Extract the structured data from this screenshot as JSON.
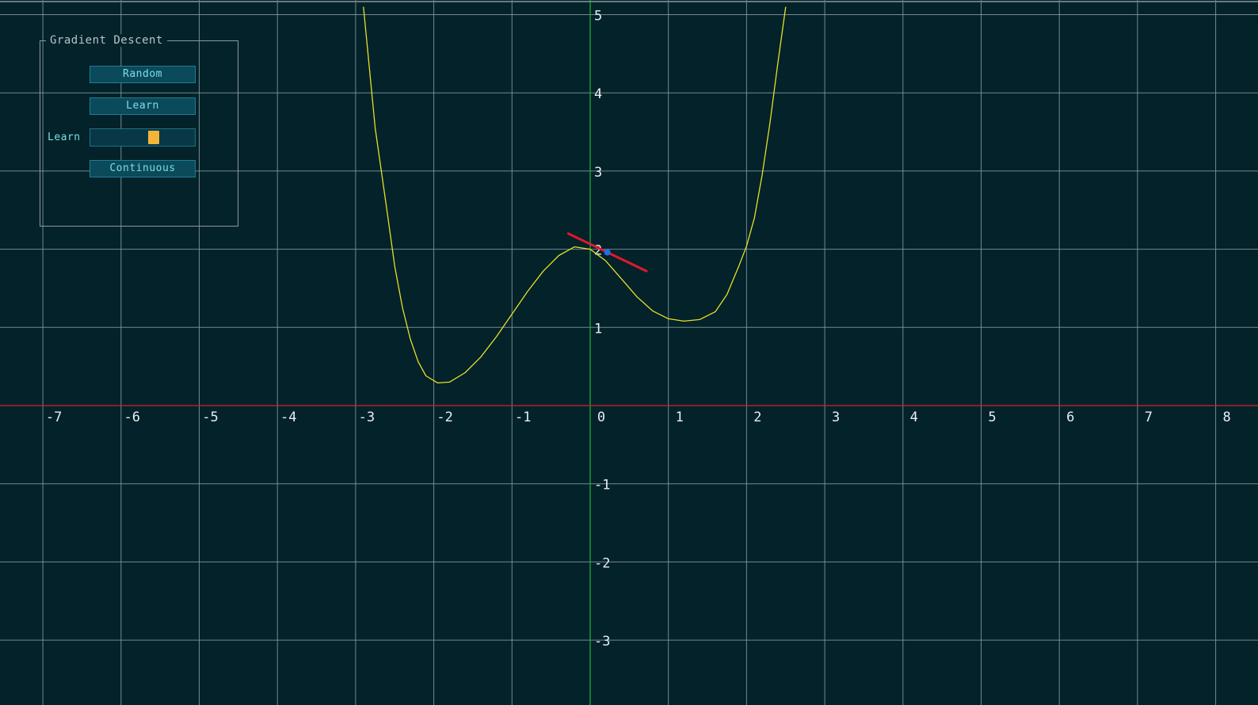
{
  "panel": {
    "title": "Gradient Descent",
    "random_label": "Random",
    "learn_label": "Learn",
    "slider_label": "Learn",
    "slider_value": 0.62,
    "continuous_label": "Continuous"
  },
  "chart_data": {
    "type": "line",
    "title": "",
    "xlabel": "",
    "ylabel": "",
    "xlim": [
      -7.5,
      8.3
    ],
    "ylim": [
      -3.7,
      5.15
    ],
    "grid": true,
    "x_ticks": [
      "-7",
      "-6",
      "-5",
      "-4",
      "-3",
      "-2",
      "-1",
      "0",
      "1",
      "2",
      "3",
      "4",
      "5",
      "6",
      "7",
      "8"
    ],
    "y_ticks": [
      "5",
      "4",
      "3",
      "2",
      "1",
      "-1",
      "-2",
      "-3"
    ],
    "series": [
      {
        "x": [
          -2.9,
          -2.75,
          -2.6,
          -2.5,
          -2.4,
          -2.3,
          -2.2,
          -2.1,
          -1.95,
          -1.8,
          -1.6,
          -1.4,
          -1.2,
          -1.0,
          -0.8,
          -0.6,
          -0.4,
          -0.2,
          0.0,
          0.2,
          0.4,
          0.6,
          0.8,
          1.0,
          1.2,
          1.4,
          1.6,
          1.75,
          1.9,
          2.0,
          2.1,
          2.2,
          2.3,
          2.4,
          2.5
        ],
        "y": [
          5.1,
          3.55,
          2.5,
          1.78,
          1.25,
          0.85,
          0.56,
          0.38,
          0.29,
          0.3,
          0.42,
          0.62,
          0.88,
          1.17,
          1.46,
          1.72,
          1.92,
          2.03,
          2.0,
          1.85,
          1.62,
          1.39,
          1.21,
          1.11,
          1.08,
          1.1,
          1.2,
          1.42,
          1.78,
          2.04,
          2.4,
          2.95,
          3.62,
          4.38,
          5.1
        ]
      }
    ],
    "current_point": {
      "x": 0.22,
      "y": 1.96
    },
    "tangent_slope": -0.48,
    "colors": {
      "curve": "#e8e025",
      "tangent": "#e0182e",
      "point": "#1f6fe8",
      "x_axis": "#d8202c",
      "y_axis": "#22b33c",
      "grid": "#8a9aa0",
      "tick_text": "#e8eef0"
    }
  }
}
